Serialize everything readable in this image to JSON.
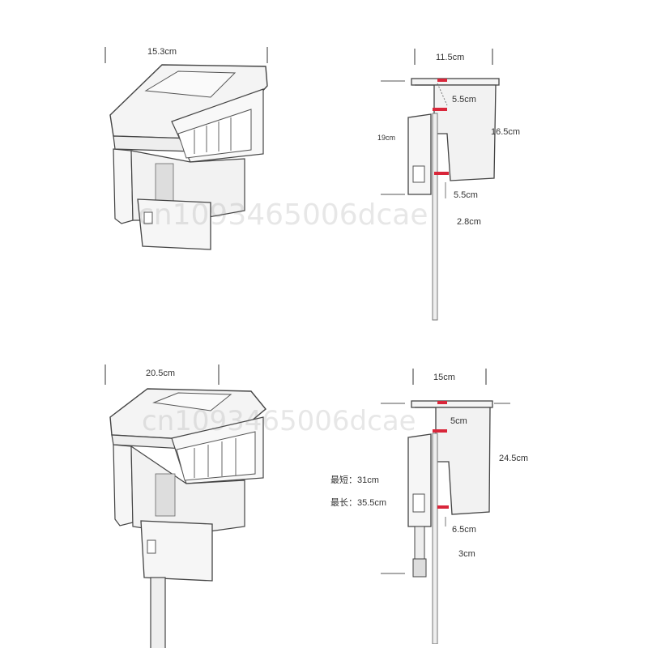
{
  "colors": {
    "line": "#555555",
    "outline": "#444444",
    "fill": "#f4f4f4",
    "marker": "#d9263a",
    "grille": "#dddddd"
  },
  "top_filter": {
    "width_label": "15.3cm"
  },
  "top_side": {
    "width_label": "11.5cm",
    "lip_label": "5.5cm",
    "height_label": "16.5cm",
    "total_label": "19cm",
    "bottom_label": "5.5cm",
    "pipe_label": "2.8cm"
  },
  "bottom_filter": {
    "width_label": "20.5cm"
  },
  "bottom_side": {
    "width_label": "15cm",
    "lip_label": "5cm",
    "height_label": "24.5cm",
    "min_label": "最短：31cm",
    "max_label": "最长：35.5cm",
    "bottom_label": "6.5cm",
    "pipe_label": "3cm"
  },
  "watermark": {
    "text": "cn1093465006dcae"
  }
}
